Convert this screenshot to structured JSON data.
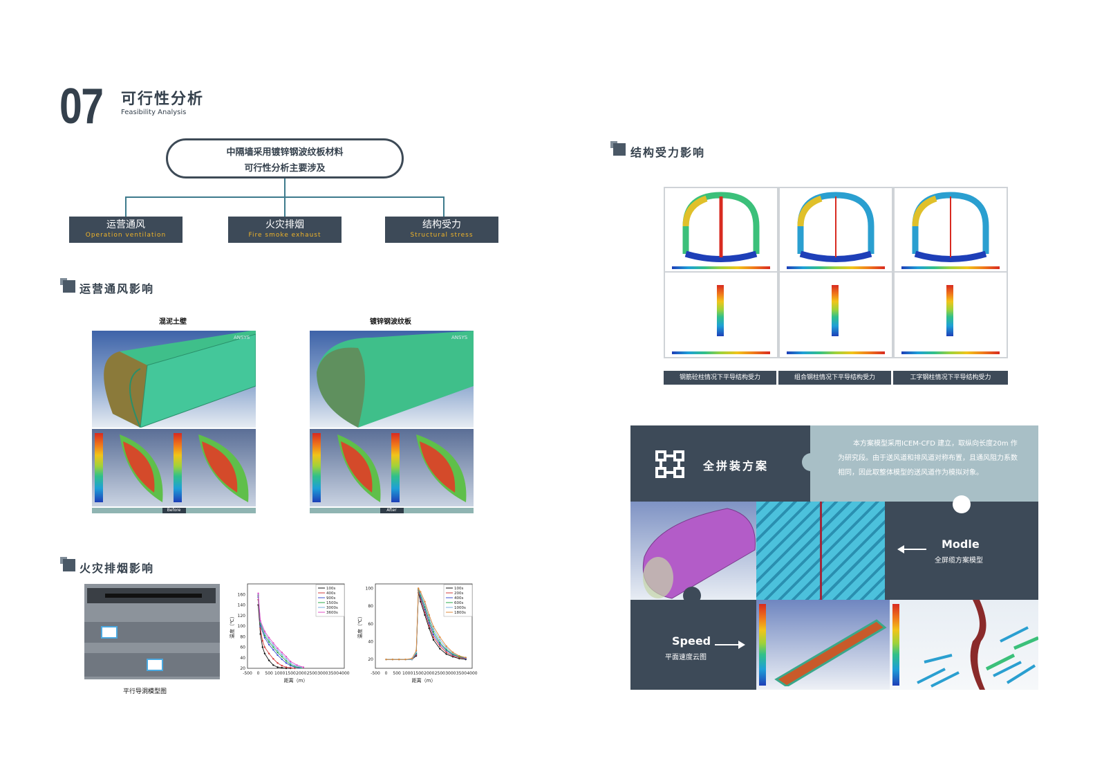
{
  "section": {
    "number": "07",
    "title": "可行性分析",
    "subtitle": "Feasibility Analysis"
  },
  "pill": {
    "line1": "中隔墙采用镀锌钢波纹板材料",
    "line2": "可行性分析主要涉及"
  },
  "tags": [
    {
      "cn": "运营通风",
      "en": "Operation ventilation"
    },
    {
      "cn": "火灾排烟",
      "en": "Fire smoke exhaust"
    },
    {
      "cn": "结构受力",
      "en": "Structural stress"
    }
  ],
  "ventilation": {
    "heading": "运营通风影响",
    "left_caption": "混泥土壁",
    "right_caption": "镀锌钢波纹板",
    "ansys": "ANSYS",
    "before": "Before",
    "after": "After"
  },
  "fire": {
    "heading": "火灾排烟影响",
    "model_caption": "平行导洞模型图"
  },
  "chart_data": [
    {
      "type": "line",
      "xlabel": "距离（m）",
      "ylabel": "温度（℃）",
      "xlim": [
        -500,
        4000
      ],
      "ylim": [
        20,
        180
      ],
      "xticks": [
        "-500",
        "0",
        "500",
        "1000",
        "1500",
        "2000",
        "2500",
        "3000",
        "3500",
        "4000"
      ],
      "yticks": [
        "20",
        "40",
        "60",
        "80",
        "100",
        "120",
        "140",
        "160"
      ],
      "series": [
        {
          "name": "100s",
          "color": "#111111",
          "x": [
            0,
            100,
            200,
            300,
            500,
            700,
            900,
            1100,
            1300,
            1500
          ],
          "y": [
            140,
            85,
            60,
            48,
            35,
            26,
            22,
            21,
            20,
            20
          ]
        },
        {
          "name": "400s",
          "color": "#d23b3b",
          "x": [
            0,
            100,
            200,
            300,
            500,
            700,
            900,
            1100,
            1300,
            1500,
            1700
          ],
          "y": [
            150,
            95,
            72,
            60,
            48,
            38,
            30,
            25,
            22,
            21,
            20
          ]
        },
        {
          "name": "900s",
          "color": "#3b4fd2",
          "x": [
            0,
            100,
            300,
            500,
            700,
            900,
            1100,
            1300,
            1500,
            1700,
            1900
          ],
          "y": [
            155,
            100,
            78,
            65,
            55,
            45,
            37,
            30,
            25,
            22,
            21
          ]
        },
        {
          "name": "1500s",
          "color": "#2aa84a",
          "x": [
            0,
            100,
            300,
            500,
            700,
            900,
            1100,
            1300,
            1500,
            1700,
            2000
          ],
          "y": [
            158,
            105,
            82,
            70,
            60,
            50,
            42,
            34,
            27,
            23,
            21
          ]
        },
        {
          "name": "3000s",
          "color": "#7ab0e0",
          "x": [
            0,
            100,
            300,
            500,
            700,
            900,
            1100,
            1300,
            1500,
            1700,
            2000
          ],
          "y": [
            160,
            108,
            86,
            74,
            64,
            54,
            46,
            38,
            30,
            25,
            22
          ]
        },
        {
          "name": "3600s",
          "color": "#e04cc6",
          "x": [
            0,
            100,
            300,
            500,
            700,
            900,
            1100,
            1300,
            1500,
            1800,
            2100
          ],
          "y": [
            162,
            110,
            90,
            78,
            68,
            58,
            50,
            42,
            33,
            26,
            22
          ]
        }
      ]
    },
    {
      "type": "line",
      "xlabel": "距离（m）",
      "ylabel": "温度（℃）",
      "xlim": [
        -500,
        4000
      ],
      "ylim": [
        10,
        105
      ],
      "xticks": [
        "-500",
        "0",
        "500",
        "1000",
        "1500",
        "2000",
        "2500",
        "3000",
        "3500",
        "4000"
      ],
      "yticks": [
        "20",
        "40",
        "60",
        "80",
        "100"
      ],
      "series": [
        {
          "name": "100s",
          "color": "#111111",
          "x": [
            0,
            300,
            600,
            900,
            1200,
            1400,
            1500,
            1600,
            1800,
            2000,
            2200,
            2500,
            2800,
            3100,
            3400,
            3700
          ],
          "y": [
            20,
            20,
            20,
            20,
            20,
            24,
            95,
            85,
            70,
            55,
            42,
            32,
            26,
            23,
            21,
            20
          ]
        },
        {
          "name": "200s",
          "color": "#d23b3b",
          "x": [
            0,
            300,
            600,
            900,
            1200,
            1400,
            1500,
            1600,
            1800,
            2000,
            2200,
            2500,
            2800,
            3100,
            3400,
            3700
          ],
          "y": [
            20,
            20,
            20,
            20,
            20,
            25,
            97,
            88,
            73,
            58,
            45,
            35,
            28,
            24,
            22,
            21
          ]
        },
        {
          "name": "400s",
          "color": "#3b4fd2",
          "x": [
            0,
            300,
            600,
            900,
            1200,
            1400,
            1500,
            1600,
            1800,
            2000,
            2200,
            2500,
            2800,
            3100,
            3400,
            3700
          ],
          "y": [
            20,
            20,
            20,
            20,
            20,
            26,
            98,
            90,
            76,
            61,
            48,
            37,
            30,
            25,
            23,
            21
          ]
        },
        {
          "name": "600s",
          "color": "#2aa84a",
          "x": [
            0,
            300,
            600,
            900,
            1200,
            1400,
            1500,
            1600,
            1800,
            2000,
            2200,
            2500,
            2800,
            3100,
            3400,
            3700
          ],
          "y": [
            20,
            20,
            20,
            20,
            20,
            27,
            99,
            92,
            79,
            64,
            51,
            39,
            31,
            26,
            23,
            22
          ]
        },
        {
          "name": "1000s",
          "color": "#7ab0e0",
          "x": [
            0,
            300,
            600,
            900,
            1200,
            1400,
            1500,
            1600,
            1800,
            2000,
            2200,
            2500,
            2800,
            3100,
            3400,
            3700
          ],
          "y": [
            20,
            20,
            20,
            20,
            20,
            28,
            100,
            94,
            82,
            67,
            54,
            42,
            33,
            27,
            24,
            22
          ]
        },
        {
          "name": "1800s",
          "color": "#e08a3a",
          "x": [
            0,
            300,
            600,
            900,
            1200,
            1400,
            1500,
            1600,
            1800,
            2000,
            2200,
            2500,
            2800,
            3100,
            3400,
            3700
          ],
          "y": [
            20,
            20,
            20,
            20,
            21,
            30,
            100,
            96,
            85,
            70,
            57,
            45,
            35,
            28,
            24,
            22
          ]
        }
      ]
    }
  ],
  "structure": {
    "heading": "结构受力影响",
    "captions": [
      "钢筋砼柱情况下平导结构受力",
      "组合钢柱情况下平导结构受力",
      "工字钢柱情况下平导结构受力"
    ]
  },
  "assembly": {
    "title": "全拼装方案",
    "desc": "本方案模型采用ICEM-CFD 建立，取纵向长度20m 作为研究段。由于送风道和排风道对称布置，且通风阻力系数相同，因此取整体模型的送风道作为模拟对象。",
    "modle_en": "Modle",
    "modle_cn": "全屏缆方案模型",
    "speed_en": "Speed",
    "speed_cn": "平面速度云图"
  }
}
